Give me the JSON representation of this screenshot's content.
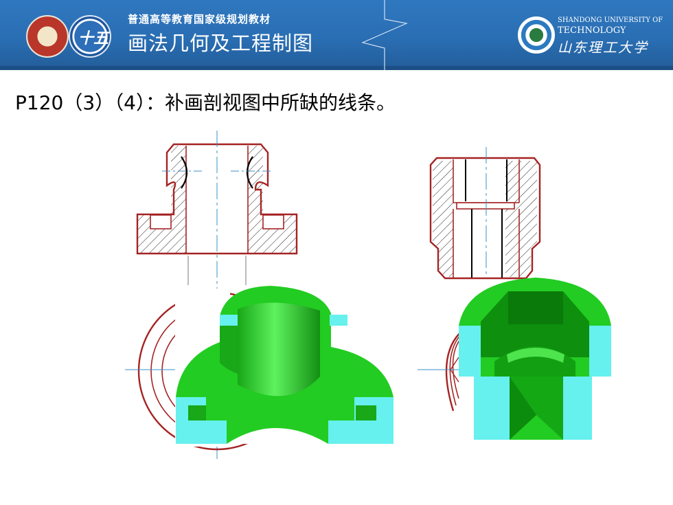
{
  "header": {
    "subtitle": "普通高等教育国家级规划教材",
    "course_title": "画法几何及工程制图",
    "logo_badge_text": "十五",
    "university_en_line1": "SHANDONG UNIVERSITY OF",
    "university_en_line2": "TECHNOLOGY",
    "university_cn": "山东理工大学"
  },
  "content": {
    "heading": "P120（3）（4）：补画剖视图中所缺的线条。"
  },
  "colors": {
    "banner_blue": "#2a6eb3",
    "outline_red": "#a52323",
    "centerline_blue": "#3a8fc7",
    "model_green": "#22cc22",
    "model_cyan": "#66f0ee"
  }
}
